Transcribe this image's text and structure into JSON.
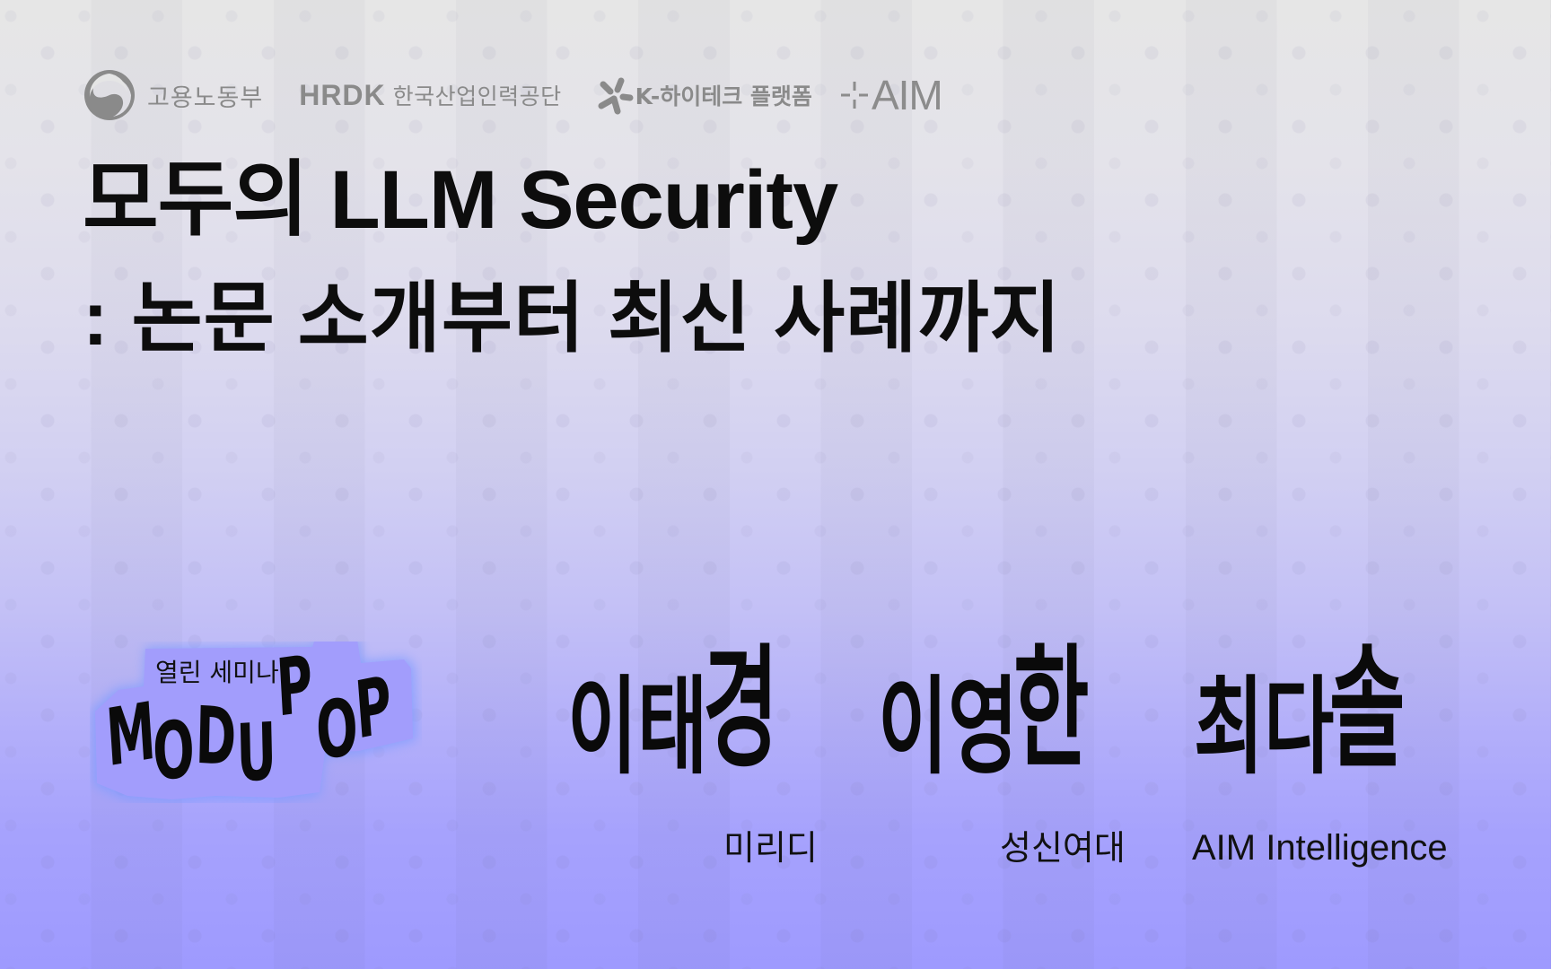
{
  "logos": {
    "moel": {
      "icon": "taeguk-circle-icon",
      "label": "고용노동부"
    },
    "hrdk": {
      "mark": "HRDK",
      "label": "한국산업인력공단"
    },
    "khitech": {
      "icon": "asterisk-burst-icon",
      "label": "K-하이테크 플랫폼"
    },
    "aim": {
      "icon": "crosshair-plus-icon",
      "label": "AIM"
    }
  },
  "title": {
    "line1": "모두의 LLM Security",
    "line2": ": 논문 소개부터 최신 사례까지"
  },
  "badge": {
    "subtitle": "열린 세미나",
    "letters": [
      "M",
      "O",
      "D",
      "U",
      "P",
      "O",
      "P"
    ]
  },
  "speakers": [
    {
      "name_part1": "이태",
      "name_part2": "경",
      "affiliation": "미리디"
    },
    {
      "name_part1": "이영",
      "name_part2": "한",
      "affiliation": "성신여대"
    },
    {
      "name_part1": "최다",
      "name_part2": "솔",
      "affiliation": "AIM Intelligence"
    }
  ],
  "colors": {
    "background_top": "#e6e6e6",
    "background_bottom": "#9e9afe",
    "logo_gray": "#8a8a8a",
    "text": "#0d0d0d",
    "badge_fill": "#a29dfc",
    "badge_glow": "#7fa0ff"
  }
}
